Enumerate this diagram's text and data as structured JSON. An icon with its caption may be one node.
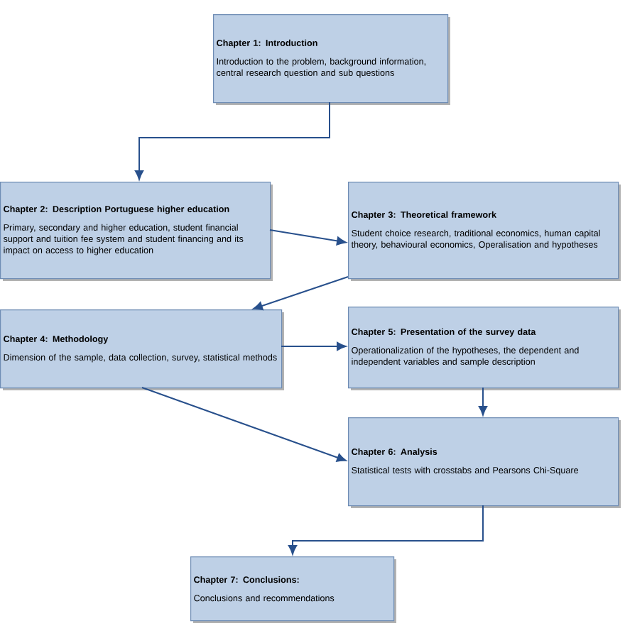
{
  "diagram": {
    "nodes": [
      {
        "text": [
          "Chapter 1: Introduction",
          "Introduction to the problem, background information, central research question and sub questions"
        ]
      },
      {
        "text": [
          "Chapter 2: Description Portuguese higher education",
          "Primary, secondary and higher education, student financial support and tuition fee system and student financing and its impact on access to higher education"
        ]
      },
      {
        "text": [
          "Chapter 3: Theoretical framework",
          "Student choice research, traditional economics, human capital theory, behavioural economics, Operalisation and hypotheses"
        ]
      },
      {
        "text": [
          "Chapter 4: Methodology",
          "Dimension of the sample, data collection, survey, statistical methods"
        ]
      },
      {
        "text": [
          "Chapter 5: Presentation of the survey data",
          "Operationalization of the hypotheses, the dependent and independent variables and sample description"
        ]
      },
      {
        "text": [
          "Chapter 6: Analysis",
          "Statistical tests with crosstabs and Pearsons Chi-Square"
        ]
      },
      {
        "text": [
          "Chapter 7: Conclusions:",
          "Conclusions and recommendations"
        ]
      }
    ],
    "edges": [
      {
        "from": 0,
        "to": 1,
        "arrow": "to"
      },
      {
        "from": 1,
        "to": 2,
        "arrow": "to"
      },
      {
        "from": 2,
        "to": 3,
        "arrow": "to"
      },
      {
        "from": 3,
        "to": 4,
        "arrow": "to"
      },
      {
        "from": 3,
        "to": 5,
        "arrow": "to"
      },
      {
        "from": 4,
        "to": 5,
        "arrow": "to"
      },
      {
        "from": 5,
        "to": 6,
        "arrow": "to"
      }
    ]
  }
}
